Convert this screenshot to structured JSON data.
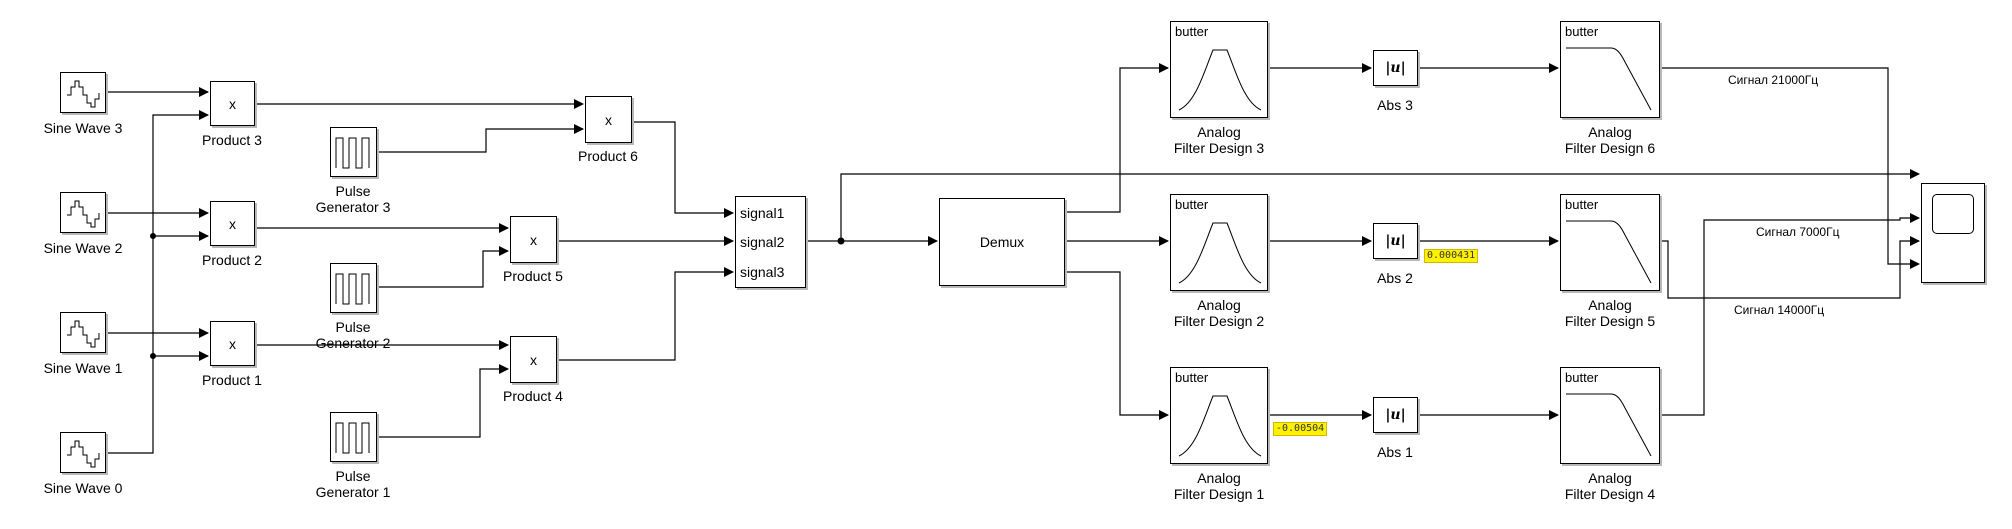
{
  "blocks": {
    "sine0": {
      "label": "Sine Wave 0"
    },
    "sine1": {
      "label": "Sine Wave 1"
    },
    "sine2": {
      "label": "Sine Wave 2"
    },
    "sine3": {
      "label": "Sine Wave 3"
    },
    "product1": {
      "label": "Product 1",
      "symbol": "x"
    },
    "product2": {
      "label": "Product 2",
      "symbol": "x"
    },
    "product3": {
      "label": "Product 3",
      "symbol": "x"
    },
    "product4": {
      "label": "Product 4",
      "symbol": "x"
    },
    "product5": {
      "label": "Product 5",
      "symbol": "x"
    },
    "product6": {
      "label": "Product 6",
      "symbol": "x"
    },
    "pulse1": {
      "label_line1": "Pulse",
      "label_line2": "Generator 1"
    },
    "pulse2": {
      "label_line1": "Pulse",
      "label_line2": "Generator 2"
    },
    "pulse3": {
      "label_line1": "Pulse",
      "label_line2": "Generator 3"
    },
    "mux": {
      "ports": [
        "signal1",
        "signal2",
        "signal3"
      ]
    },
    "demux": {
      "label": "Demux"
    },
    "filter1": {
      "text": "butter",
      "label_line1": "Analog",
      "label_line2": "Filter Design 1"
    },
    "filter2": {
      "text": "butter",
      "label_line1": "Analog",
      "label_line2": "Filter Design 2"
    },
    "filter3": {
      "text": "butter",
      "label_line1": "Analog",
      "label_line2": "Filter Design 3"
    },
    "filter4": {
      "text": "butter",
      "label_line1": "Analog",
      "label_line2": "Filter Design 4"
    },
    "filter5": {
      "text": "butter",
      "label_line1": "Analog",
      "label_line2": "Filter Design 5"
    },
    "filter6": {
      "text": "butter",
      "label_line1": "Analog",
      "label_line2": "Filter Design 6"
    },
    "abs1": {
      "label": "Abs 1",
      "symbol": "|u|"
    },
    "abs2": {
      "label": "Abs 2",
      "symbol": "|u|"
    },
    "abs3": {
      "label": "Abs 3",
      "symbol": "|u|"
    }
  },
  "displays": {
    "filter1_out": "-0.00504",
    "abs2_out": "0.000431"
  },
  "signal_labels": {
    "sig21000": "Сигнал 21000Гц",
    "sig7000": "Сигнал 7000Гц",
    "sig14000": "Сигнал 14000Гц"
  }
}
